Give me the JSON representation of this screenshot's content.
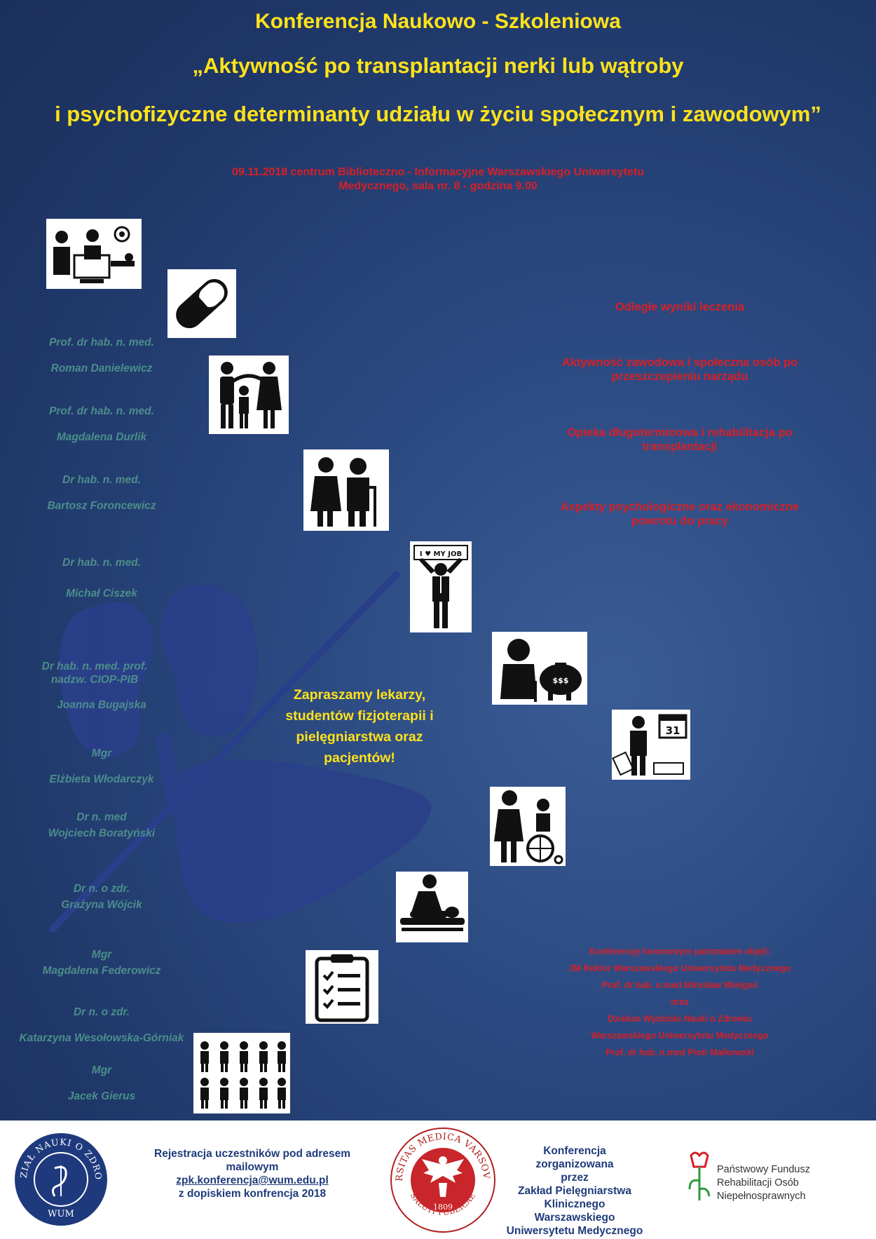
{
  "header": {
    "title_line1": "Konferencja Naukowo - Szkoleniowa",
    "title_line2": "„Aktywność po transplantacji nerki lub wątroby",
    "title_line3": "i psychofizyczne determinanty udziału w życiu społecznym i zawodowym”"
  },
  "event": {
    "line1": "09.11.2018 centrum Biblioteczno - Informacyjne Warszawskiego Uniwersytetu",
    "line2": "Medycznego, sala nr. 8 - godzina 9.00"
  },
  "speakers": [
    {
      "title": "Prof. dr hab. n. med.",
      "name": "Roman Danielewicz"
    },
    {
      "title": "Prof. dr hab. n. med.",
      "name": "Magdalena Durlik"
    },
    {
      "title": "Dr hab. n. med.",
      "name": "Bartosz Foroncewicz"
    },
    {
      "title": "Dr hab. n. med.",
      "name": "Michał Ciszek"
    },
    {
      "title": "Dr hab. n. med. prof. nadzw. CIOP-PIB",
      "name": "Joanna Bugajska"
    },
    {
      "title": "Mgr",
      "name": "Elżbieta Włodarczyk"
    },
    {
      "title": "Dr n. med",
      "name": "Wojciech Boratyński"
    },
    {
      "title": "Dr n. o zdr.",
      "name": "Grażyna Wójcik"
    },
    {
      "title": "Mgr",
      "name": "Magdalena Federowicz"
    },
    {
      "title": "Dr n. o zdr.",
      "name": "Katarzyna Wesołowska-Górniak"
    },
    {
      "title": "Mgr",
      "name": "Jacek Gierus"
    }
  ],
  "topics": [
    "Odległe wyniki leczenia",
    "Aktywność zawodowa i społeczna osób po przeszczepieniu narządu",
    "Opieka długoterminowa i rehabilitacja po transplantacji",
    "Aspekty psychologiczne oraz ekonomiczne powrotu do pracy"
  ],
  "invitation": "Zapraszamy lekarzy, studentów fizjoterapii i pielęgniarstwa oraz pacjentów!",
  "patronage": [
    "Konferencję honorowym patronatem objęli:",
    "JM Rektor Warszawskiego Uniwersytetu Medycznego",
    "Prof. dr hab. n.med Mirosław Wielgoś",
    "oraz",
    "Dziekan Wydziału Nauki o Zdrowiu",
    "Warszawskiego Uniwersytetu Medycznego",
    "Prof. dr hab. n.med Piotr Małkowski"
  ],
  "icons": {
    "surgery": "surgery-team-icon",
    "pill": "pill-icon",
    "family": "family-icon",
    "elderly": "elderly-couple-icon",
    "job": "i-love-my-job-icon",
    "savings": "elderly-savings-icon",
    "calendar": "work-calendar-icon",
    "wheelchair": "wheelchair-care-icon",
    "massage": "physiotherapy-icon",
    "checklist": "checklist-icon",
    "emotions": "emotions-people-icon",
    "job_sign": "I ♥ MY JOB",
    "calendar_day": "31",
    "money": "$$$"
  },
  "footer": {
    "registration": [
      "Rejestracja uczestników pod adresem",
      "mailowym"
    ],
    "email": "zpk.konferencja@wum.edu.pl",
    "registration_note": "z dopiskiem konfrencja 2018",
    "organizer": [
      "Konferencja zorganizowana",
      "przez",
      "Zakład Pielęgniarstwa",
      "Klinicznego Warszawskiego",
      "Uniwersytetu Medycznego"
    ],
    "wnoz_logo_text": "WYDZIAŁ NAUKI O ZDROWIU",
    "wnoz_logo_abbr": "WUM",
    "wum_logo_text": "UNIVERSITAS MEDICA VARSOVIENSIS",
    "wum_logo_bottom": "SALUTI PUBLICAE",
    "wum_logo_year": "1809",
    "pfron": [
      "Państwowy Fundusz",
      "Rehabilitacji Osób",
      "Niepełnosprawnych"
    ]
  },
  "colors": {
    "title": "#ffe21a",
    "accent_red": "#d81f26",
    "speaker_teal": "#4b8e8a",
    "footer_blue": "#1f3b7b",
    "organ_silhouette": "#2a3f8a"
  }
}
